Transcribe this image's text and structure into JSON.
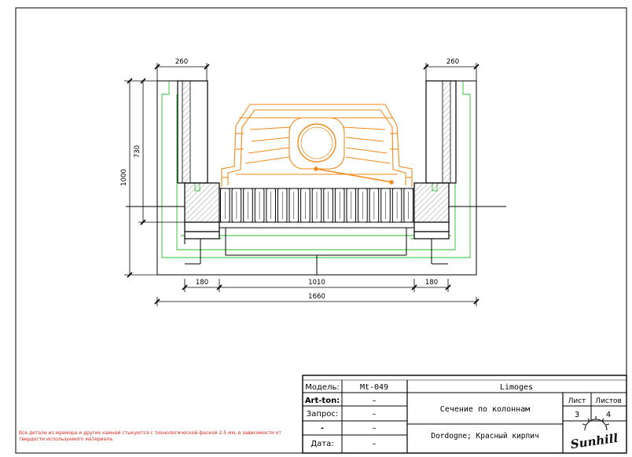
{
  "dimensions": {
    "top_left": "260",
    "top_right": "260",
    "left_total": "1000",
    "left_inner": "730",
    "bottom_left": "180",
    "bottom_middle": "1010",
    "bottom_right": "180",
    "bottom_total": "1660"
  },
  "title_block": {
    "model_label": "Модель:",
    "model_value": "Mt-049",
    "project_name": "Limoges",
    "art_ton_label": "Art-ton:",
    "art_ton_value": "–",
    "request_label": "Запрос:",
    "request_value": "–",
    "blank_label": "-",
    "blank_value": "–",
    "date_label": "Дата:",
    "date_value": "–",
    "section_title": "Сечение по колоннам",
    "material": "Dordogne; Красный кирпич",
    "sheet_label": "Лист",
    "sheets_label": "Листов",
    "sheet_value": "3",
    "sheets_value": "4"
  },
  "logo": {
    "name": "Sunhill"
  },
  "note": "Все детали из мрамора и других камней стыкуются с технологической фаской 2-5 мм, в зависимости от твердости используемого материала.",
  "colors": {
    "line": "#000000",
    "green": "#29c22e",
    "orange": "#f08a1a",
    "note": "#e0261c"
  }
}
